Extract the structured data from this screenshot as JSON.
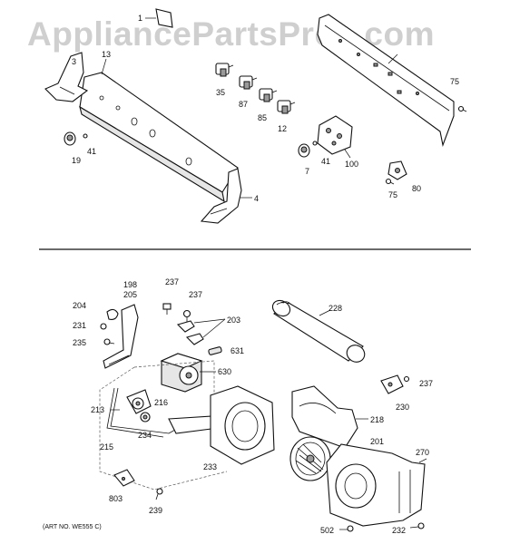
{
  "watermark": "AppliancePartsPros.com",
  "art_note": "(ART NO. WE555 C)",
  "callouts_top": [
    "1",
    "13",
    "3",
    "35",
    "87",
    "85",
    "12",
    "19",
    "41",
    "7",
    "41",
    "100",
    "4",
    "75",
    "75",
    "80"
  ],
  "callouts_bottom": [
    "198",
    "205",
    "204",
    "231",
    "235",
    "237",
    "237",
    "203",
    "631",
    "228",
    "630",
    "213",
    "216",
    "234",
    "215",
    "233",
    "218",
    "201",
    "237",
    "230",
    "270",
    "803",
    "239",
    "502",
    "232"
  ]
}
